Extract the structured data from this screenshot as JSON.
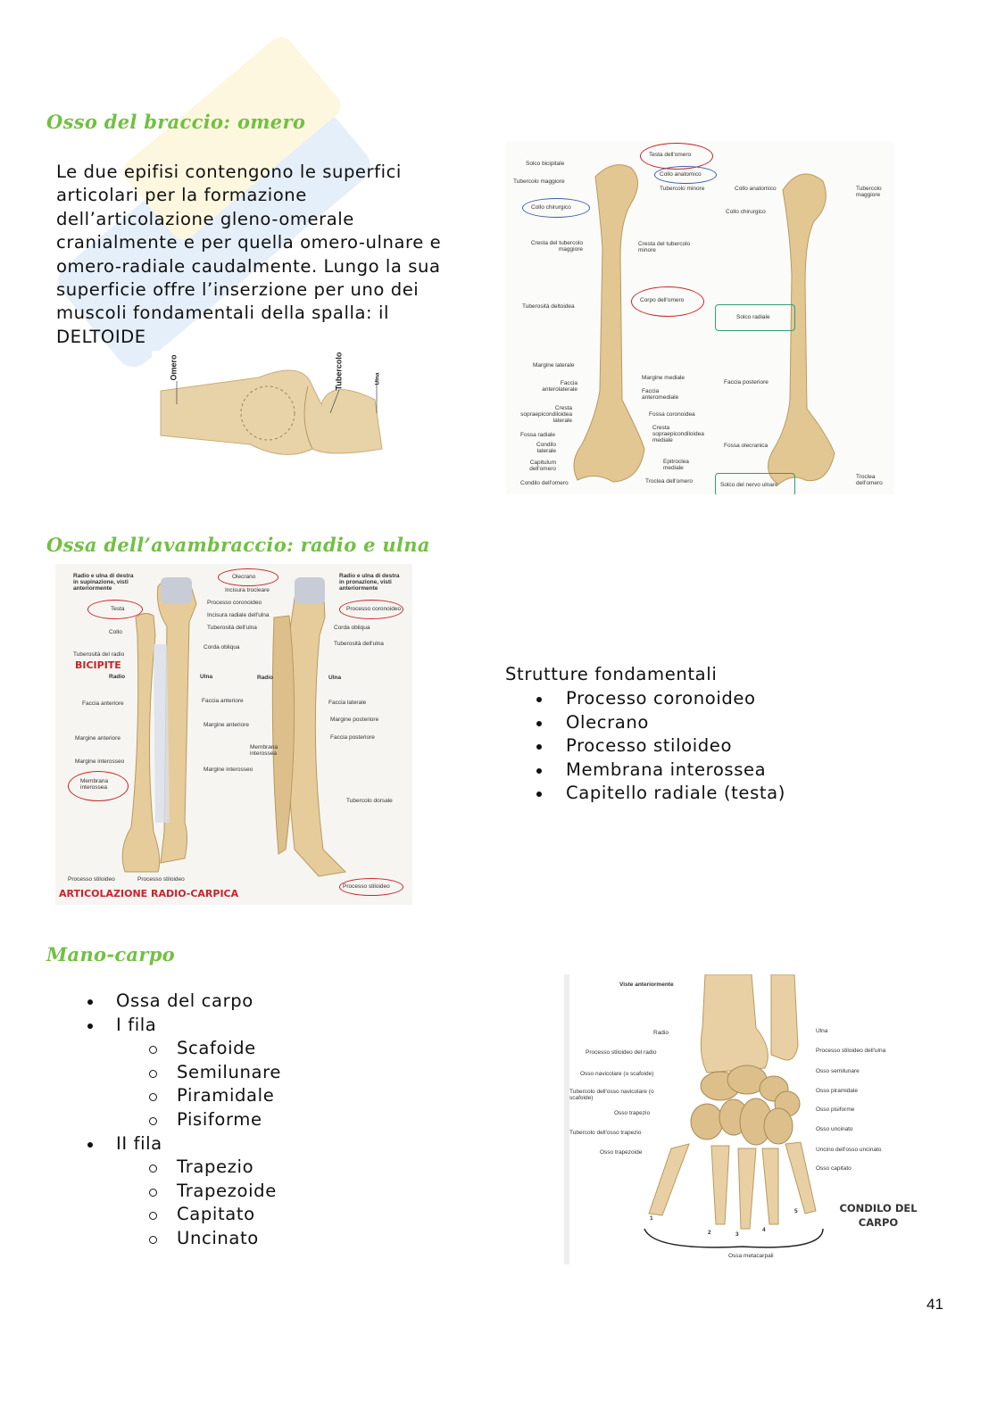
{
  "colors": {
    "heading": "#72c043",
    "bone": "#e8d3a8",
    "red_mark": "#c8242b",
    "blue_mark": "#3b5ea8",
    "green_mark": "#2f9e7a"
  },
  "section1": {
    "heading": "Osso del braccio: omero",
    "paragraph_lines": [
      "Le due epifisi contengono le superfici",
      "articolari per la formazione",
      "dell’articolazione gleno-omerale",
      "cranialmente e per quella omero-ulnare e",
      "omero-radiale caudalmente. Lungo la sua",
      "superficie offre l’inserzione per uno dei",
      "muscoli fondamentali della spalla: il",
      "DELTOIDE"
    ],
    "elbow_figure": {
      "labels": [
        "Omero",
        "Ulna",
        "Tubercolo"
      ]
    },
    "humerus_figure": {
      "labels_left": [
        "Solco bicipitale",
        "Tubercolo maggiore",
        "Collo chirurgico",
        "Cresta del tubercolo maggiore",
        "Tuberosità deltoidea",
        "Margine laterale",
        "Faccia anterolaterale",
        "Cresta sopraepicondiloidea laterale",
        "Fossa radiale",
        "Condilo laterale",
        "Capitulum dell'omero",
        "Condilo dell'omero"
      ],
      "labels_right": [
        "Testa dell'omero",
        "Collo anatomico",
        "Tubercolo minore",
        "Cresta del tubercolo minore",
        "Corpo dell'omero",
        "Margine mediale",
        "Faccia anteromediale",
        "Fossa coronoidea",
        "Cresta sopraepicondiloidea mediale",
        "Epitroclea mediale",
        "Troclea dell'omero"
      ],
      "labels_posterior": [
        "Collo anatomico",
        "Tubercolo maggiore",
        "Collo chirurgico",
        "Solco radiale",
        "Faccia posteriore",
        "Fossa olecranica",
        "Solco del nervo ulnare",
        "Troclea dell'omero"
      ]
    }
  },
  "section2": {
    "heading": "Ossa dell’avambraccio: radio e ulna",
    "forearm_figure": {
      "caption_left": "Radio e ulna di destra in supinazione, visti anteriormente",
      "caption_right": "Radio e ulna di destra in pronazione, visti anteriormente",
      "labels_center": [
        "Olecrano",
        "Incisura trocleare",
        "Processo coronoideo",
        "Incisura radiale dell'ulna",
        "Tuberosità dell'ulna",
        "Corda obliqua",
        "Ulna",
        "Faccia anteriore",
        "Margine anteriore",
        "Margine interosseo"
      ],
      "labels_left": [
        "Testa",
        "Collo",
        "Tuberosità del radio",
        "Radio",
        "Faccia anteriore",
        "Margine anteriore",
        "Margine interosseo",
        "Membrana interossea",
        "Processo stiloideo",
        "Processo stiloideo"
      ],
      "labels_right": [
        "Processo coronoideo",
        "Corda obliqua",
        "Tuberosità dell'ulna",
        "Radio",
        "Ulna",
        "Faccia laterale",
        "Margine posteriore",
        "Faccia posteriore",
        "Membrana interossea",
        "Tubercolo dorsale",
        "Processo stiloideo"
      ],
      "annotation_biceps": "BICIPITE",
      "annotation_joint": "ARTICOLAZIONE RADIO-CARPICA"
    },
    "structures": {
      "title": "Strutture fondamentali",
      "items": [
        "Processo coronoideo",
        "Olecrano",
        "Processo stiloideo",
        "Membrana interossea",
        "Capitello radiale (testa)"
      ]
    }
  },
  "section3": {
    "heading": "Mano-carpo",
    "list": [
      {
        "label": "Ossa del carpo",
        "children": []
      },
      {
        "label": "I fila",
        "children": [
          "Scafoide",
          "Semilunare",
          "Piramidale",
          "Pisiforme"
        ]
      },
      {
        "label": "II fila",
        "children": [
          "Trapezio",
          "Trapezoide",
          "Capitato",
          "Uncinato"
        ]
      }
    ],
    "wrist_figure": {
      "caption": "Viste anteriormente",
      "labels_left": [
        "Radio",
        "Processo stiloideo del radio",
        "Osso navicolare (o scafoide)",
        "Tubercolo dell'osso navicolare (o scafoide)",
        "Osso trapezio",
        "Tubercolo dell'osso trapezio",
        "Osso trapezoide"
      ],
      "labels_right": [
        "Ulna",
        "Processo stiloideo dell'ulna",
        "Osso semilunare",
        "Osso piramidale",
        "Osso pisiforme",
        "Osso uncinato",
        "Uncino dell'osso uncinato",
        "Osso capitato"
      ],
      "metacarpal_numbers": [
        "1",
        "2",
        "3",
        "4",
        "5"
      ],
      "metacarpal_caption": "Ossa metacarpali",
      "annotation": "CONDILO DEL CARPO"
    }
  },
  "page_number": "41"
}
